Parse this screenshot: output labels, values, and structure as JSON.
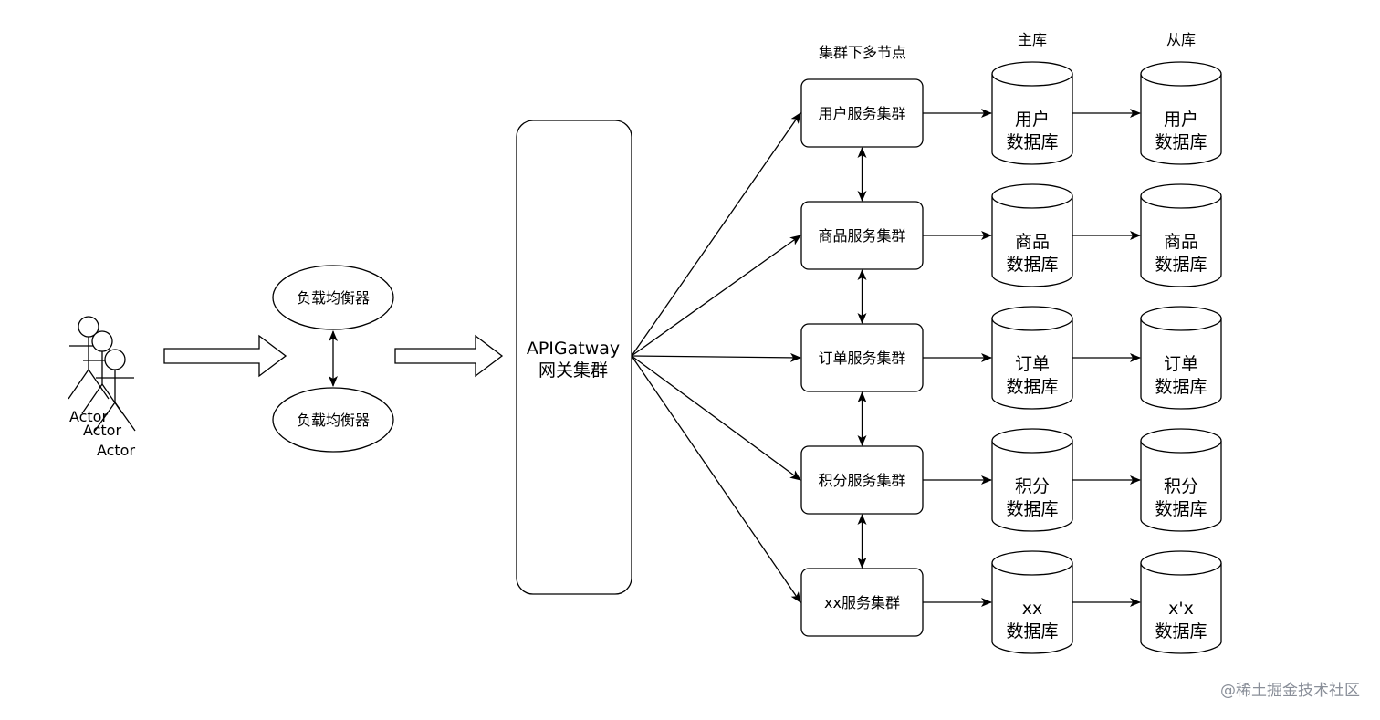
{
  "headers": {
    "cluster_nodes": "集群下多节点",
    "master_db": "主库",
    "slave_db": "从库"
  },
  "actors": [
    "Actor",
    "Actor",
    "Actor"
  ],
  "load_balancers": [
    "负载均衡器",
    "负载均衡器"
  ],
  "gateway": {
    "line1": "APIGatway",
    "line2": "网关集群"
  },
  "services": [
    {
      "cluster": "用户服务集群",
      "master_name": "用户",
      "master_suffix": "数据库",
      "slave_name": "用户",
      "slave_suffix": "数据库"
    },
    {
      "cluster": "商品服务集群",
      "master_name": "商品",
      "master_suffix": "数据库",
      "slave_name": "商品",
      "slave_suffix": "数据库"
    },
    {
      "cluster": "订单服务集群",
      "master_name": "订单",
      "master_suffix": "数据库",
      "slave_name": "订单",
      "slave_suffix": "数据库"
    },
    {
      "cluster": "积分服务集群",
      "master_name": "积分",
      "master_suffix": "数据库",
      "slave_name": "积分",
      "slave_suffix": "数据库"
    },
    {
      "cluster": "xx服务集群",
      "master_name": "xx",
      "master_suffix": "数据库",
      "slave_name": "x'x",
      "slave_suffix": "数据库"
    }
  ],
  "watermark": "@稀土掘金技术社区",
  "colors": {
    "stroke": "#000000",
    "fill": "#ffffff",
    "watermark": "#8a8f99"
  }
}
